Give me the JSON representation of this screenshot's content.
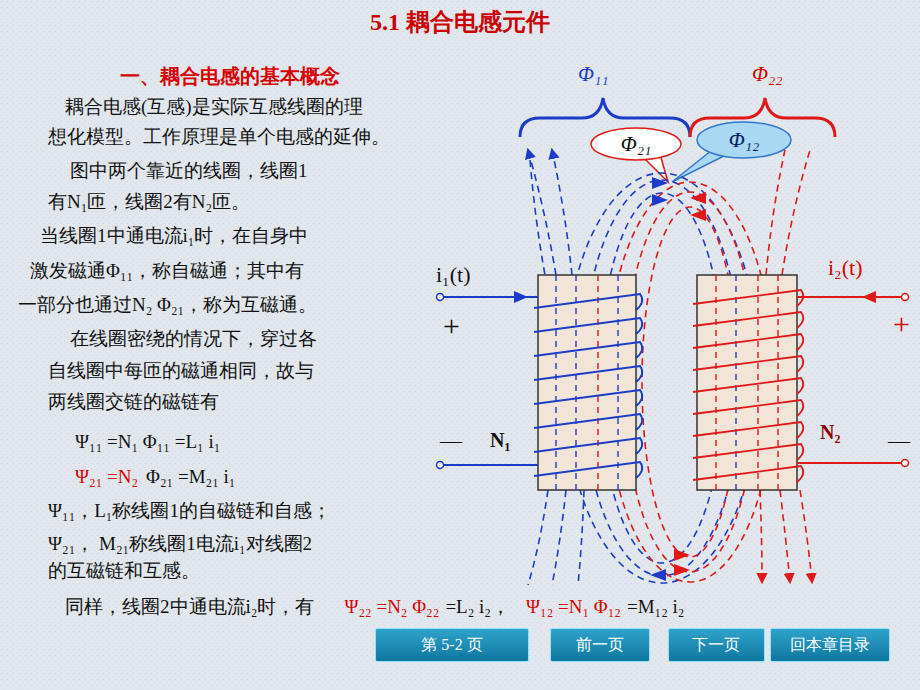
{
  "diagram": {
    "title": "5.1 耦合电感元件",
    "nodes": [
      {
        "text": [
          "Φ₂₁"
        ]
      },
      {
        "text": [
          "Φ₁₂"
        ]
      },
      {
        "text": [
          "第 5-2 页"
        ]
      },
      {
        "text": [
          "前一页"
        ]
      },
      {
        "text": [
          "下一页"
        ]
      },
      {
        "text": [
          "回本章目录"
        ]
      }
    ],
    "labels": [
      "一、耦合电感的基本概念",
      "耦合电感(互感)是实际互感线圈的理",
      "想化模型。工作原理是单个电感的延伸。",
      "图中两个靠近的线圈，线圈1",
      "有N₁匝，线圈2有N₂匝。",
      "当线圈1中通电流i₁时，在自身中",
      "激发磁通Φ₁₁，称自磁通；其中有",
      "一部分也通过N₂ Φ₂₁，称为互磁通。",
      "在线圈密绕的情况下，穿过各",
      "自线圈中每匝的磁通相同，故与",
      "两线圈交链的磁链有",
      "Ψ₁₁ =N₁ Φ₁₁ =L₁ i₁",
      "Ψ₂₁ =N₂",
      "Φ₂₁ =M₂₁ i₁",
      "Ψ₁₁，L₁称线圈1的自磁链和自感；",
      "Ψ₂₁， M₂₁称线圈1电流i₁对线圈2",
      "的互磁链和互感。",
      "同样，线圈2中通电流i₂时，有",
      "Ψ₂₂ =N₂ Φ₂₂",
      "=L₂ i₂，",
      "Ψ₁₂ =N₁ Φ₁₂",
      "=M₁₂ i₂",
      "Φ₁₁",
      "Φ₂₂",
      "i₁(t)",
      "+",
      "—",
      "N₁",
      "i₂(t)",
      "+",
      "N₂",
      "—"
    ]
  }
}
